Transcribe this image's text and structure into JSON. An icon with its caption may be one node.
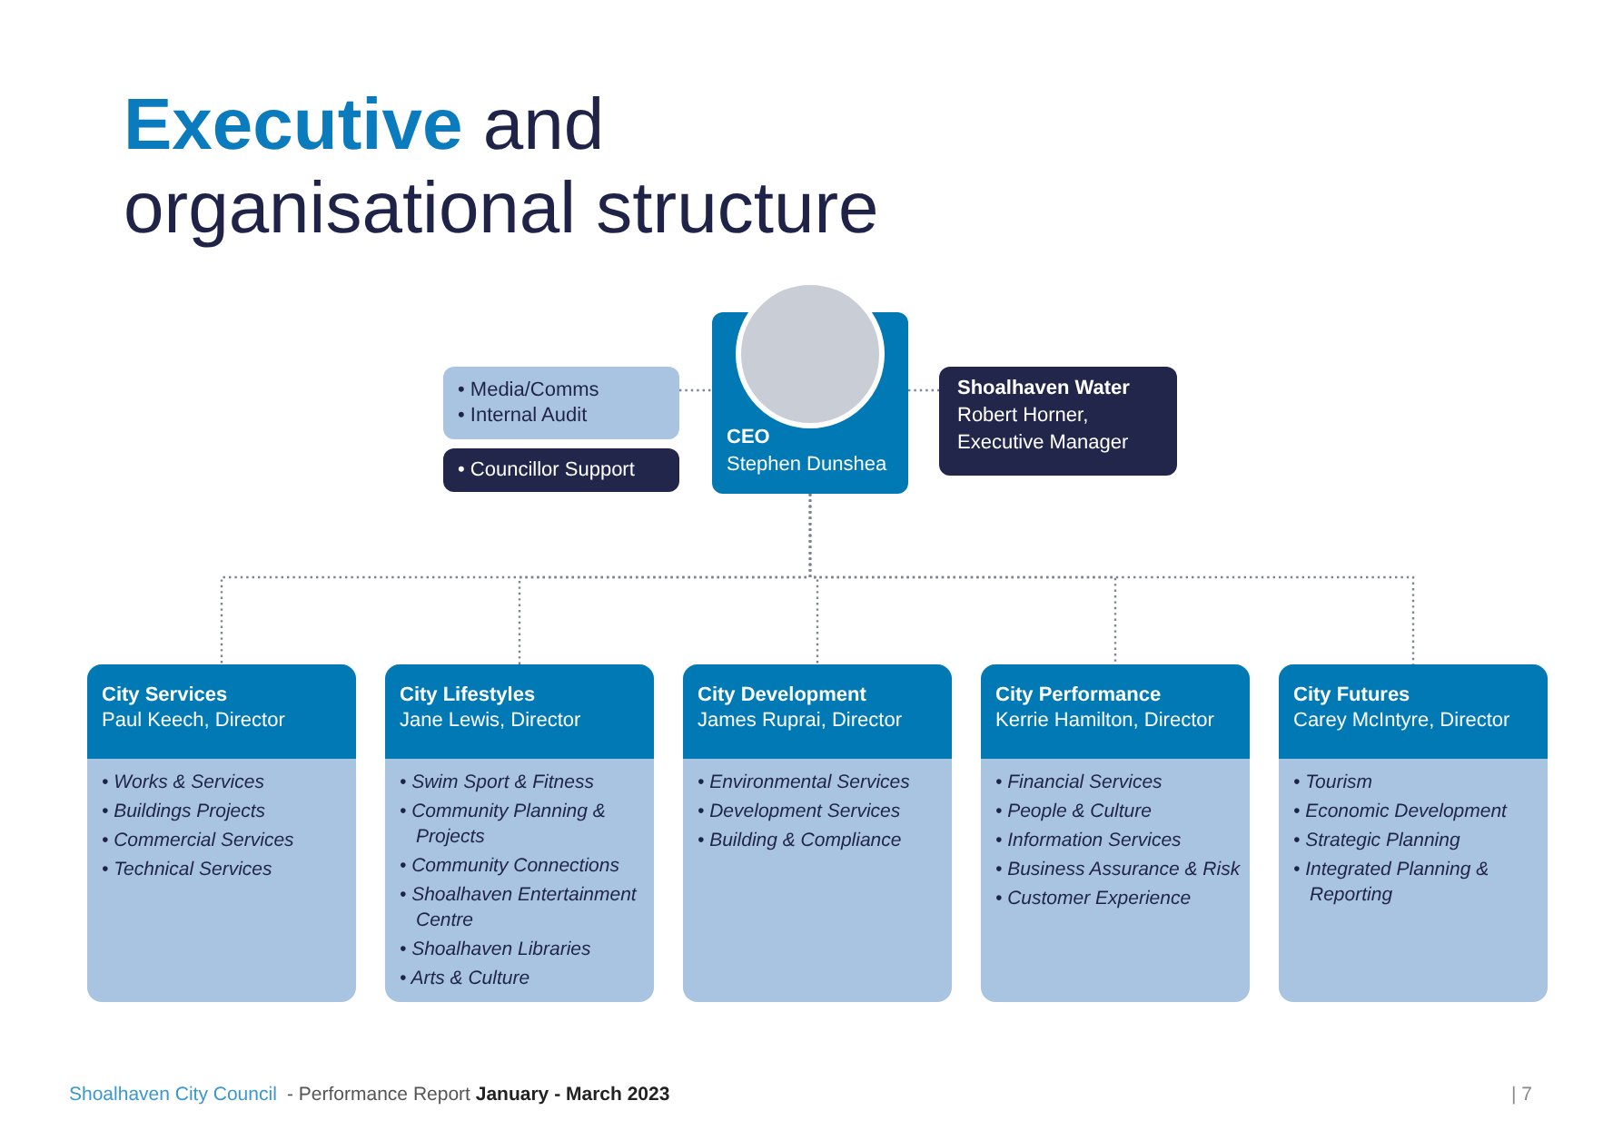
{
  "diagram": {
    "title": "**Executive** and organisational structure",
    "nodes": [
      {
        "text": [
          "• Media/Comms",
          "• Internal Audit"
        ]
      },
      {
        "text": [
          "• Councillor Support"
        ]
      },
      {
        "text": [
          "CEO",
          "Stephen Dunshea"
        ]
      },
      {
        "text": [
          "Shoalhaven Water",
          "Robert Horner, Executive Manager"
        ]
      },
      {
        "text": [
          "City Services",
          "Paul Keech, Director",
          "• Works & Services",
          "• Buildings Projects",
          "• Commercial Services",
          "• Technical Services"
        ]
      },
      {
        "text": [
          "City Lifestyles",
          "Jane Lewis,  Director",
          "• Swim Sport & Fitness",
          "• Community Planning & Projects",
          "• Community Connections",
          "• Shoalhaven Entertainment Centre",
          "• Shoalhaven Libraries",
          "• Arts & Culture"
        ]
      },
      {
        "text": [
          "City Development",
          "James Ruprai, Director",
          "• Environmental Services",
          "• Development Services",
          "• Building & Compliance"
        ]
      },
      {
        "text": [
          "City Performance",
          "Kerrie Hamilton, Director",
          "• Financial Services",
          "• People & Culture",
          "• Information Services",
          "• Business Assurance & Risk",
          "• Customer Experience"
        ]
      },
      {
        "text": [
          "City Futures",
          "Carey McIntyre, Director",
          "• Tourism",
          "• Economic Development",
          "• Strategic Planning",
          "• Integrated Planning & Reporting"
        ]
      }
    ],
    "edges": [
      {
        "from": 0,
        "to": 2,
        "arrow": "none",
        "style": "dashed"
      },
      {
        "from": 2,
        "to": 3,
        "arrow": "none",
        "style": "dashed"
      },
      {
        "from": 2,
        "to": 4,
        "arrow": "none",
        "style": "dashed"
      },
      {
        "from": 2,
        "to": 5,
        "arrow": "none",
        "style": "dashed"
      },
      {
        "from": 2,
        "to": 6,
        "arrow": "none",
        "style": "dashed"
      },
      {
        "from": 2,
        "to": 7,
        "arrow": "none",
        "style": "dashed"
      },
      {
        "from": 2,
        "to": 8,
        "arrow": "none",
        "style": "dashed"
      }
    ],
    "labels": [
      "Shoalhaven City Council",
      "- Performance Report **January - March 2023**",
      "| 7"
    ]
  }
}
